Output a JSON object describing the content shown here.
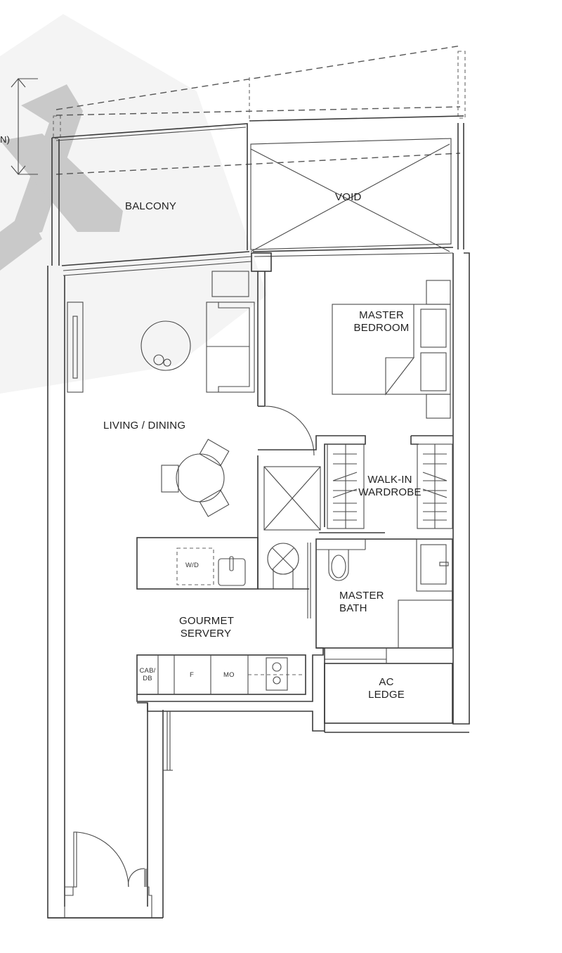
{
  "plan": {
    "title_fragment": "N)",
    "watermark": "X",
    "rooms": {
      "balcony": "BALCONY",
      "void": "VOID",
      "master_bedroom_line1": "MASTER",
      "master_bedroom_line2": "BEDROOM",
      "living_dining": "LIVING / DINING",
      "walk_in_line1": "WALK-IN",
      "walk_in_line2": "WARDROBE",
      "master_bath_line1": "MASTER",
      "master_bath_line2": "BATH",
      "gourmet_line1": "GOURMET",
      "gourmet_line2": "SERVERY",
      "ac_line1": "AC",
      "ac_line2": "LEDGE"
    },
    "fixtures": {
      "washer_dryer": "W/D",
      "cab_line1": "CAB/",
      "cab_line2": "DB",
      "fridge": "F",
      "microwave": "MO"
    },
    "colors": {
      "line": "#3a3a3a",
      "watermark": "#d0d0d0",
      "background": "#ffffff"
    }
  }
}
